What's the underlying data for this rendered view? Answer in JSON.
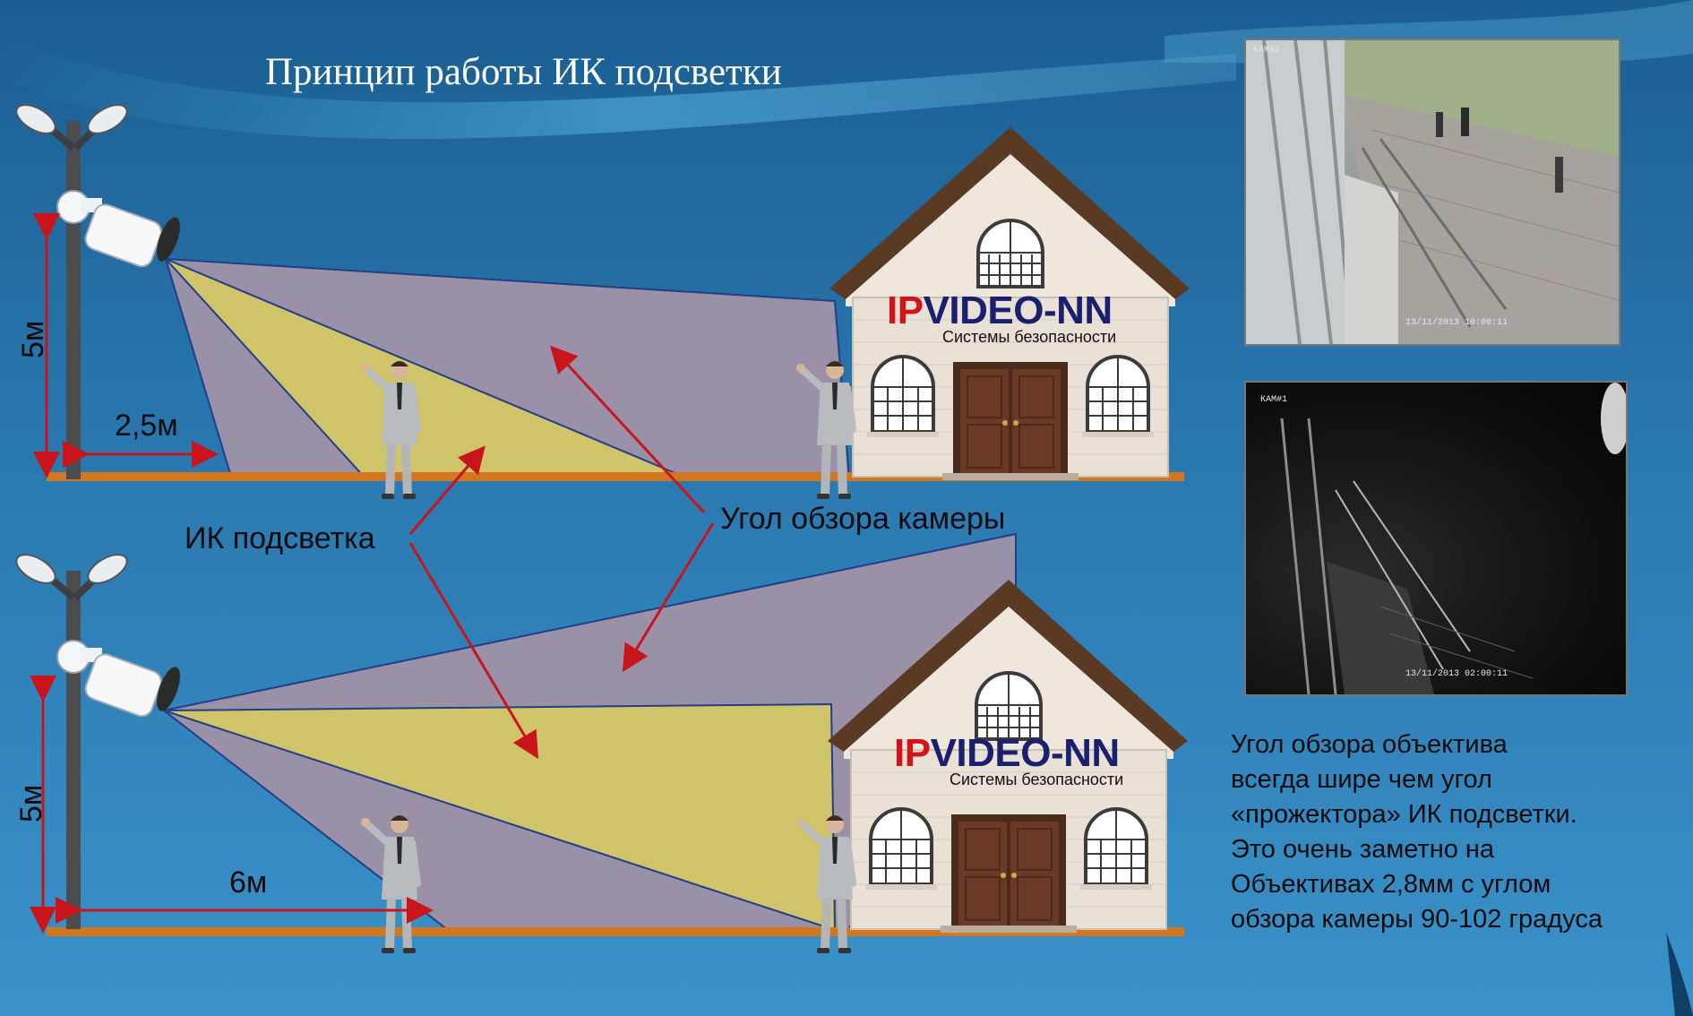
{
  "title": "Принцип работы ИК подсветки",
  "labels": {
    "height_top": "5м",
    "distance_top": "2,5м",
    "height_bottom": "5м",
    "distance_bottom": "6м",
    "ir_label": "ИК подсветка",
    "view_angle_label": "Угол обзора камеры"
  },
  "brand": {
    "name_ip": "IP",
    "name_rest": "VIDEO-NN",
    "tagline": "Системы безопасности"
  },
  "photos": {
    "day": {
      "cam_label": "КАМ#1",
      "timestamp": "13/11/2013 10:00:11"
    },
    "night": {
      "cam_label": "КАМ#1",
      "timestamp": "13/11/2013 02:00:11"
    }
  },
  "description": "Угол обзора объектива\nвсегда шире  чем угол\n «прожектора»  ИК подсветки.\nЭто очень заметно на\nОбъективах 2,8мм с углом\nобзора камеры 90-102 градуса",
  "colors": {
    "view_cone": "#9a90a8",
    "ir_cone": "#cfc46a",
    "ground": "#d4761e",
    "arrow": "#c8141a",
    "cone_edge": "#1f3f86"
  }
}
